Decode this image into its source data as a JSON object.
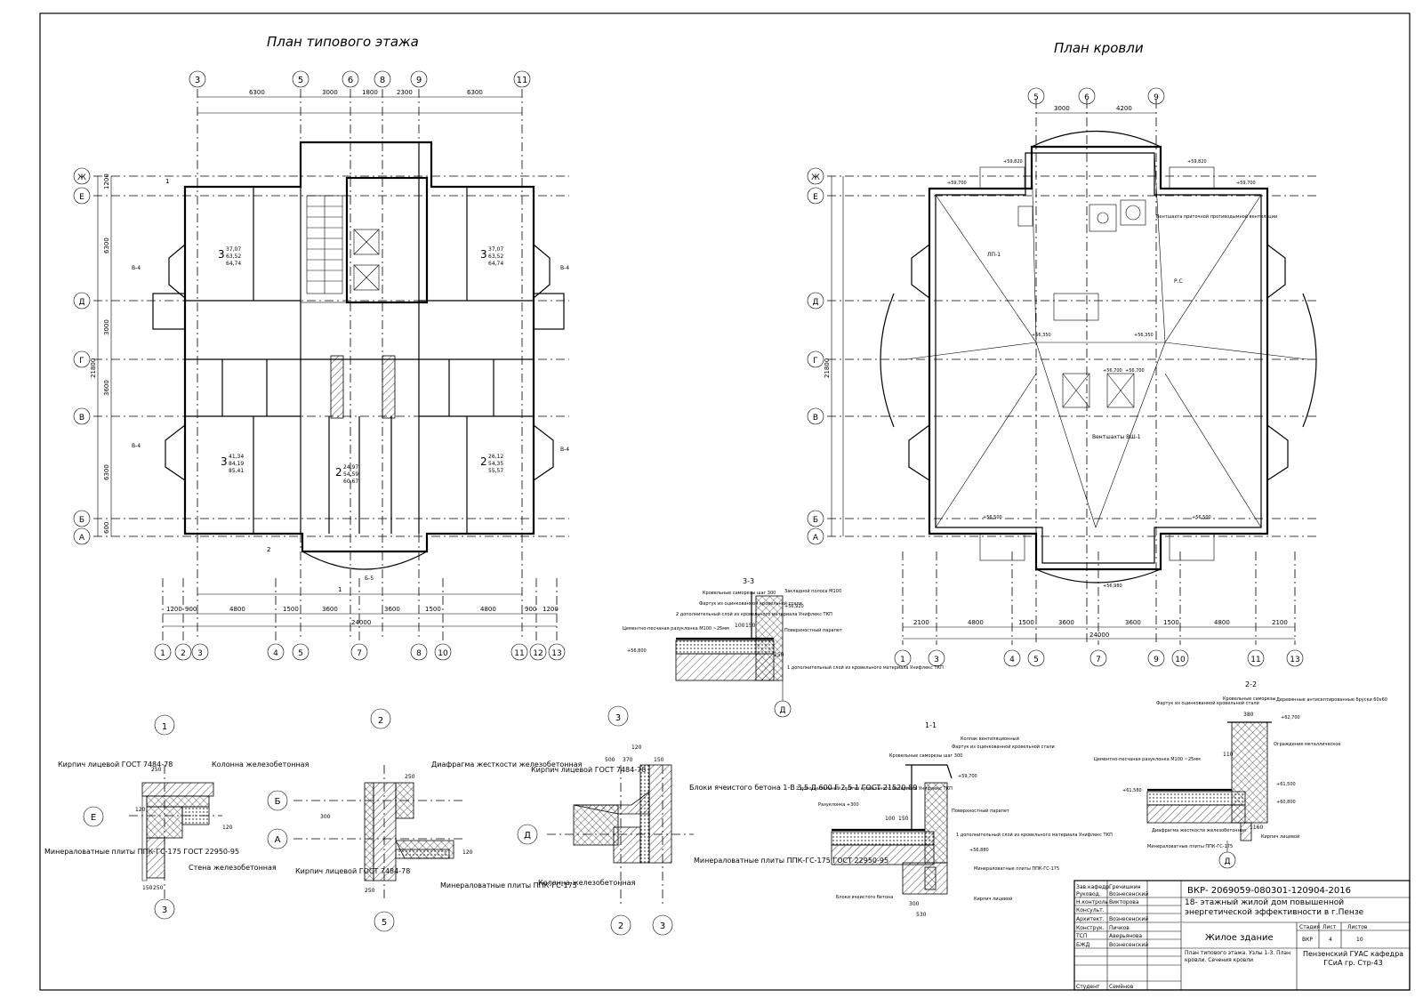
{
  "titles": {
    "floor_plan": "План типового этажа",
    "roof_plan": "План кровли"
  },
  "floor_axes_top": [
    "3",
    "5",
    "6",
    "8",
    "9",
    "11"
  ],
  "floor_axes_bottom": [
    "1",
    "2",
    "3",
    "4",
    "5",
    "7",
    "8",
    "10",
    "11",
    "12",
    "13"
  ],
  "floor_axes_left": [
    "Ж",
    "Е",
    "Д",
    "Г",
    "В",
    "Б",
    "А"
  ],
  "floor_dims_top": [
    "6300",
    "3000",
    "1800",
    "2300",
    "6300"
  ],
  "floor_dims_bottom": [
    "1200",
    "900",
    "4800",
    "1500",
    "3600",
    "3600",
    "1500",
    "4800",
    "900",
    "1200"
  ],
  "floor_total_width": "24000",
  "floor_total_height": "21800",
  "floor_dims_left": [
    "1200",
    "6300",
    "3000",
    "3600",
    "6300",
    "600"
  ],
  "floor_apartments": [
    {
      "rooms": "3",
      "living": "37,07",
      "total": "63,52",
      "gross": "64,74"
    },
    {
      "rooms": "3",
      "living": "37,07",
      "total": "63,52",
      "gross": "64,74"
    },
    {
      "rooms": "3",
      "living": "41,34",
      "total": "84,19",
      "gross": "85,41"
    },
    {
      "rooms": "2",
      "living": "24,97",
      "total": "54,59",
      "gross": "60,67"
    },
    {
      "rooms": "2",
      "living": "26,12",
      "total": "54,35",
      "gross": "55,57"
    }
  ],
  "floor_marks": [
    "В-4",
    "В-4",
    "В-4",
    "В-4",
    "Б-5",
    "1",
    "1",
    "2"
  ],
  "roof_axes_top": [
    "5",
    "6",
    "9"
  ],
  "roof_axes_bottom": [
    "1",
    "3",
    "4",
    "5",
    "7",
    "9",
    "10",
    "11",
    "13"
  ],
  "roof_axes_left": [
    "Ж",
    "Е",
    "Д",
    "Г",
    "В",
    "Б",
    "А"
  ],
  "roof_dims_top": [
    "3000",
    "4200"
  ],
  "roof_dims_bottom": [
    "2100",
    "4800",
    "1500",
    "3600",
    "3600",
    "1500",
    "4800",
    "2100"
  ],
  "roof_total_width": "24000",
  "roof_total_height": "21800",
  "roof_labels": [
    "ЛП-1",
    "Вентшахты ВШ-1",
    "Вентшахта приточной противодымной вентиляции",
    "Р.С",
    "+56,350",
    "+56,350",
    "+56,700",
    "+56,700",
    "+59,700",
    "+59,700",
    "+59,820",
    "+59,820",
    "+56,500",
    "+56,500",
    "+56,980"
  ],
  "section_33": {
    "title": "3-3",
    "notes": [
      "Кровельные саморезы шаг 300",
      "Фартук из оцинкованной кровельной стали",
      "2 дополнительный слой из кровельного материала Унифлекс ТКП",
      "Цементно-песчаная разуклонка М100 ~25мм",
      "Поверхностный парапет",
      "Закладной полоса М100",
      "1 дополнительный слой из кровельного материала Унифлекс ТКП"
    ],
    "levels": [
      "+56,920",
      "+56,800"
    ],
    "dims": [
      "100",
      "150",
      "250"
    ],
    "axis": "Д"
  },
  "section_11": {
    "title": "1-1",
    "notes": [
      "Фартук из оцинкованной кровельной стали",
      "Кровельные саморезы шаг 300",
      "2 дополнительный слой из кровельного материала Унифлекс ТКП",
      "Колпак вентиляционный",
      "Поверхностный парапет",
      "Разуклонка +300",
      "1 дополнительный слой из кровельного материала Унифлекс ТКП",
      "Минераловатные плиты ППК-ГС-175",
      "Кирпич лицевой",
      "Блоки ячеистого бетона"
    ],
    "levels": [
      "+59,700",
      "+56,880"
    ],
    "dims": [
      "100",
      "150",
      "300",
      "530"
    ]
  },
  "section_22": {
    "title": "2-2",
    "notes": [
      "Фартук из оцинкованной кровельной стали",
      "Кровельные саморезы",
      "Деревянные антисептированные бруски 60x60",
      "Ограждение металлическое",
      "Цементно-песчаная разуклонка М100 ~25мм",
      "Диафрагма жесткости железобетонная",
      "Минераловатные плиты ППК-ГС-175",
      "Кирпич лицевой"
    ],
    "levels": [
      "+62,700",
      "+61,500",
      "+61,580",
      "+60,800"
    ],
    "dims": [
      "380",
      "110",
      "1160"
    ],
    "axis": "Д"
  },
  "node1": {
    "title": "1",
    "notes": [
      "Кирпич лицевой ГОСТ 7484-78",
      "Колонна железобетонная",
      "Минераловатные плиты ППК-ГС-175 ГОСТ 22950-95",
      "Стена железобетонная"
    ],
    "axes": [
      "Е",
      "3"
    ],
    "dims": [
      "250",
      "120",
      "150",
      "250",
      "120"
    ]
  },
  "node2": {
    "title": "2",
    "notes": [
      "Диафрагма жесткости железобетонная",
      "Кирпич лицевой ГОСТ 7484-78",
      "Минераловатные плиты ППК-ГС-175"
    ],
    "axes": [
      "Б",
      "А",
      "5"
    ],
    "dims": [
      "250",
      "300",
      "250",
      "120"
    ]
  },
  "node3": {
    "title": "3",
    "notes": [
      "Кирпич лицевой ГОСТ 7484-78",
      "Блоки ячеистого бетона 1-В 3,5 Д 600 F 2,5-1 ГОСТ 21520-89",
      "Минераловатные плиты ППК-ГС-175 ГОСТ 22950-95",
      "Колонна железобетонная"
    ],
    "axes": [
      "Д",
      "2",
      "3"
    ],
    "dims": [
      "120",
      "370",
      "150",
      "500"
    ]
  },
  "stamp": {
    "code": "ВКР- 2069059-080301-120904-2016",
    "project": "18- этажный жилой дом повышенной энергетической эффективности в г.Пензе",
    "object": "Жилое здание",
    "sheet_title": "План типового этажа. Узлы 1-3. План кровли. Сечения кровли",
    "org": "Пензенский ГУАС кафедра ГСиА гр. Стр-43",
    "col_headers": [
      "Стадия",
      "Лист",
      "Листов"
    ],
    "col_values": [
      "ВКР",
      "4",
      "10"
    ],
    "roles": [
      {
        "role": "Зав.кафедр.",
        "name": "Гречишкин"
      },
      {
        "role": "Руковод.",
        "name": "Вознесенский"
      },
      {
        "role": "Н.контроль",
        "name": "Викторова"
      },
      {
        "role": "Консульт.",
        "name": ""
      },
      {
        "role": "Архитект.",
        "name": "Вознесенский"
      },
      {
        "role": "Конструк.",
        "name": "Пичков"
      },
      {
        "role": "ТСП",
        "name": "Аверьянова"
      },
      {
        "role": "БЖД",
        "name": "Вознесенский"
      },
      {
        "role": "",
        "name": ""
      },
      {
        "role": "Студент",
        "name": "Семёнов"
      }
    ]
  }
}
